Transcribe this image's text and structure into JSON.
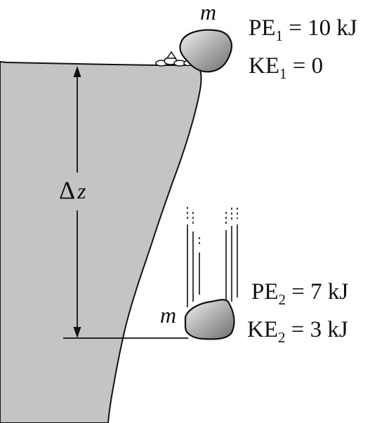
{
  "labels": {
    "mass_top": "m",
    "mass_bottom": "m",
    "height_symbol": "Δ",
    "height_var": "z",
    "pe1": {
      "main": "PE",
      "sub": "1",
      "rest": " = 10 kJ"
    },
    "ke1": {
      "main": "KE",
      "sub": "1",
      "rest": " = 0"
    },
    "pe2": {
      "main": "PE",
      "sub": "2",
      "rest": " = 7 kJ"
    },
    "ke2": {
      "main": "KE",
      "sub": "2",
      "rest": " = 3 kJ"
    }
  },
  "colors": {
    "cliff_fill": "#c4c4c4",
    "outline": "#111111",
    "rock_light": "#e8e8e8",
    "rock_dark": "#7a7a7a"
  }
}
